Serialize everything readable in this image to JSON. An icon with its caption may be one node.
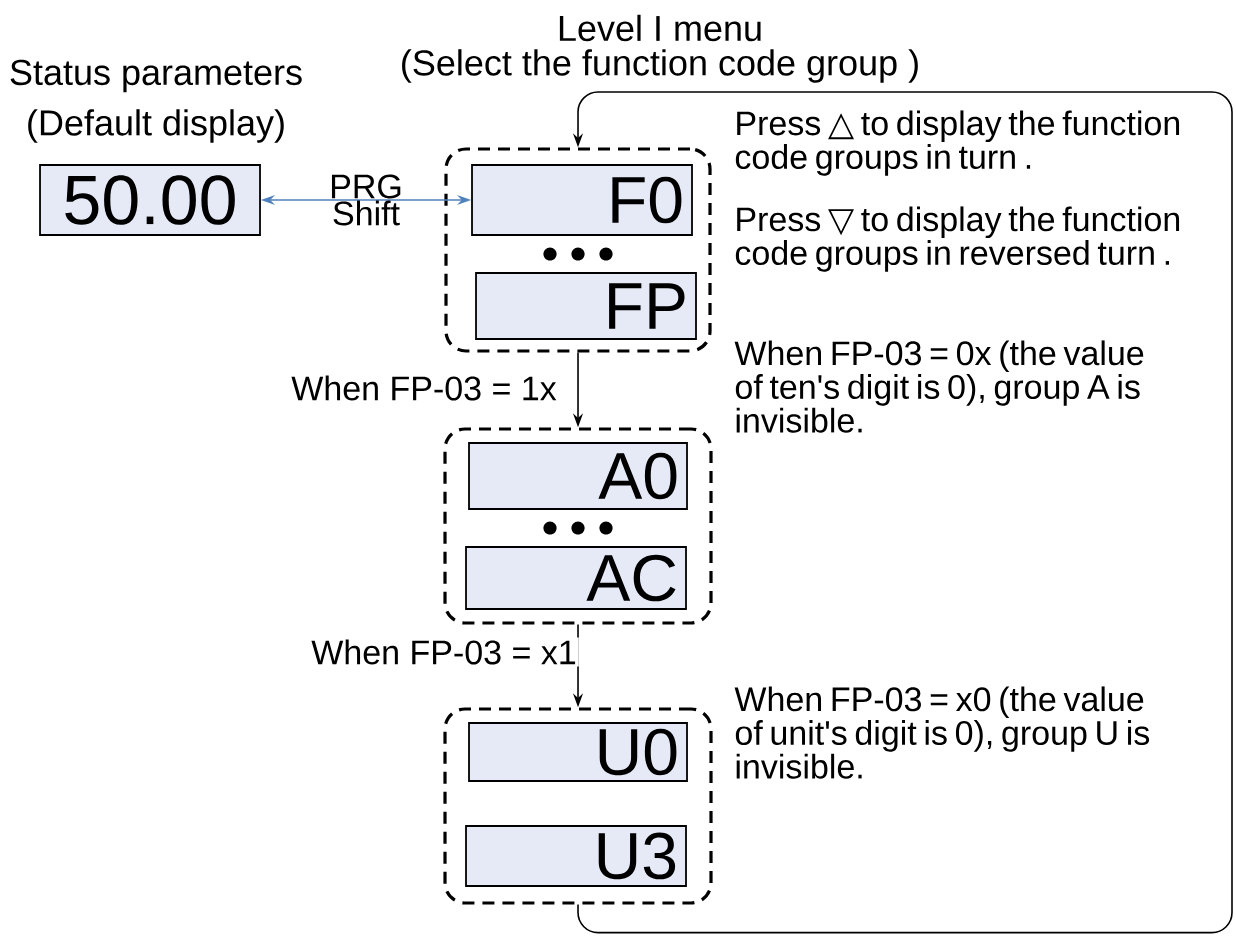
{
  "diagram": {
    "nodes": [
      {
        "text": [
          "50.00"
        ],
        "beside": [
          "Status parameters",
          "(Default display)"
        ]
      },
      {
        "text": [
          "Level I menu",
          "(Select the function code group )"
        ]
      },
      {
        "text": [
          "F0"
        ],
        "in": 1
      },
      {
        "text": [
          "FP"
        ],
        "in": 1
      },
      {
        "text": [],
        "shape": "box"
      },
      {
        "text": [
          "A0"
        ],
        "in": 4
      },
      {
        "text": [
          "AC"
        ],
        "in": 4
      },
      {
        "text": [],
        "shape": "box"
      },
      {
        "text": [
          "U0"
        ],
        "in": 7
      },
      {
        "text": [
          "U3"
        ],
        "in": 7
      }
    ],
    "edges": [
      {
        "from": 0,
        "to": 2,
        "arrow": "both",
        "label": "PRG Shift",
        "color": "#4f81bd"
      },
      {
        "from": 1,
        "to": 4,
        "arrow": "to",
        "label": "When FP-03 = 1x"
      },
      {
        "from": 4,
        "to": 7,
        "arrow": "to",
        "label": "When FP-03 = x1"
      },
      {
        "from": 7,
        "to": 1,
        "arrow": "to"
      }
    ],
    "labels": [
      "Press △ to display the function code groups in turn .",
      "Press ▽ to display the function code groups in reversed turn .",
      "When FP-03 = 0x (the value of ten's digit is 0), group A is invisible.",
      "When FP-03 = x0 (the value of unit's digit is 0), group U is invisible."
    ]
  }
}
